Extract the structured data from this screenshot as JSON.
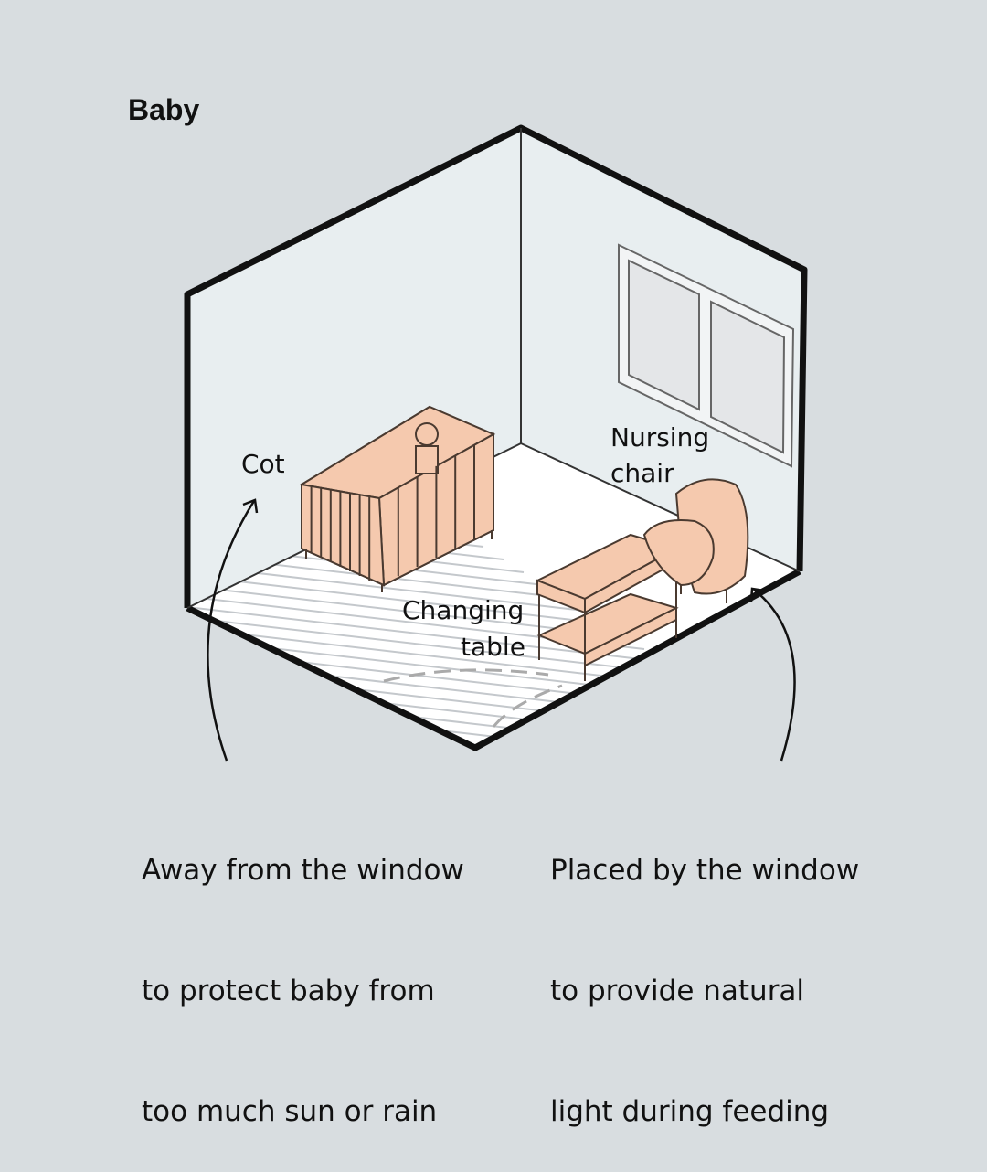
{
  "title": "Baby",
  "labels": {
    "cot": "Cot",
    "nursing_chair_1": "Nursing",
    "nursing_chair_2": "chair",
    "changing_table_1": "Changing",
    "changing_table_2": "table"
  },
  "notes": {
    "left": [
      "Away from the window",
      "to protect baby from",
      "too much sun or rain"
    ],
    "right": [
      "Placed by the window",
      "to provide natural",
      "light during feeding"
    ]
  },
  "colors": {
    "background": "#d8dde0",
    "wall": "#e8eef0",
    "floor": "#ffffff",
    "furniture": "#f5c9ae"
  }
}
